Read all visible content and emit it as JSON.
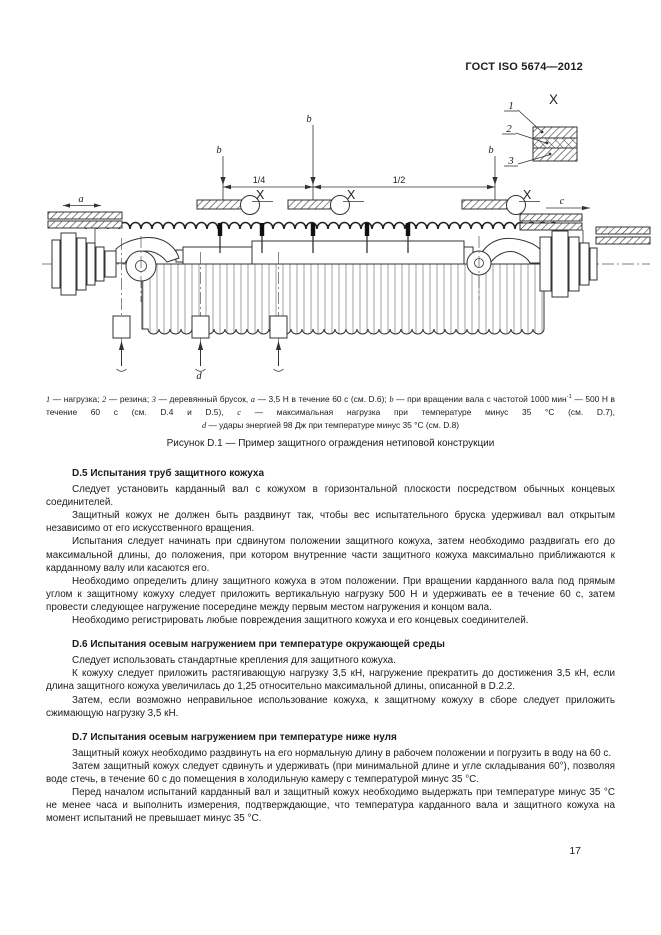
{
  "page": {
    "header": "ГОСТ ISO 5674—2012",
    "page_number": "17"
  },
  "figure": {
    "caption": "Рисунок D.1 — Пример защитного ограждения нетиповой конструкции",
    "labels": {
      "detail_title": "X",
      "pos1": "1",
      "pos2": "2",
      "pos3": "3",
      "a": "a",
      "b": "b",
      "c": "c",
      "d": "d",
      "dim1": "1/4",
      "dim2": "1/2",
      "x_marker": "X"
    },
    "legend_main": [
      {
        "t": "1",
        "i": true
      },
      {
        "t": " — нагрузка; "
      },
      {
        "t": "2",
        "i": true
      },
      {
        "t": " — резина; "
      },
      {
        "t": "3",
        "i": true
      },
      {
        "t": " — деревянный брусок, "
      },
      {
        "t": "a",
        "i": true
      },
      {
        "t": " — 3,5 Н в течение 60 с (см. D.6); "
      },
      {
        "t": "b",
        "i": true
      },
      {
        "t": " — при вращении вала с частотой 1000 мин"
      },
      {
        "t": "-1",
        "sup": true
      },
      {
        "t": " — 500 Н в течение 60 с (см. D.4 и D.5), "
      },
      {
        "t": "c",
        "i": true
      },
      {
        "t": " — максимальная нагрузка при температуре минус 35 °С (см. D.7),"
      }
    ],
    "legend_last": [
      {
        "t": "d",
        "i": true
      },
      {
        "t": " — удары энергией 98 Дж при температуре минус 35 °С (см. D.8)"
      }
    ]
  },
  "sections": [
    {
      "heading": "D.5 Испытания труб защитного кожуха",
      "paragraphs": [
        "Следует установить карданный вал с кожухом в горизонтальной плоскости посредством обычных концевых соединителей.",
        "Защитный кожух не должен быть раздвинут так, чтобы вес испытательного бруска удерживал вал открытым независимо от его искусственного вращения.",
        "Испытания следует начинать при сдвинутом положении защитного кожуха, затем необходимо раздвигать его до максимальной длины, до положения, при котором внутренние части защитного кожуха максимально приближаются к карданному валу или касаются его.",
        "Необходимо определить длину защитного кожуха в этом положении. При вращении карданного вала под прямым углом к защитному кожуху следует приложить вертикальную нагрузку 500 Н и удерживать ее в течение 60 с, затем провести следующее нагружение посередине между первым местом нагружения и концом вала.",
        "Необходимо регистрировать любые повреждения защитного кожуха и его концевых соединителей."
      ]
    },
    {
      "heading": "D.6 Испытания осевым нагружением при температуре окружающей среды",
      "paragraphs": [
        "Следует использовать стандартные крепления для защитного кожуха.",
        "К кожуху следует приложить растягивающую нагрузку 3,5 кН, нагружение прекратить до достижения 3,5 кН, если длина защитного кожуха увеличилась до 1,25 относительно максимальной длины, описанной в D.2.2.",
        "Затем, если возможно неправильное использование кожуха, к защитному кожуху в сборе следует приложить сжимающую нагрузку 3,5 кН."
      ]
    },
    {
      "heading": "D.7 Испытания осевым нагружением при температуре ниже нуля",
      "paragraphs": [
        "Защитный кожух необходимо раздвинуть на его нормальную длину в рабочем положении и погрузить в воду на 60 с.",
        "Затем защитный кожух следует сдвинуть и удерживать (при минимальной длине и угле складывания 60°), позволяя воде стечь, в течение 60 с до помещения в холодильную камеру с температурой минус 35 °С.",
        "Перед началом испытаний карданный вал и защитный кожух необходимо выдержать при температуре минус 35 °С не менее часа и выполнить измерения, подтверждающие, что температура карданного вала и защитного кожуха на момент испытаний не превышает минус 35 °С."
      ]
    }
  ]
}
